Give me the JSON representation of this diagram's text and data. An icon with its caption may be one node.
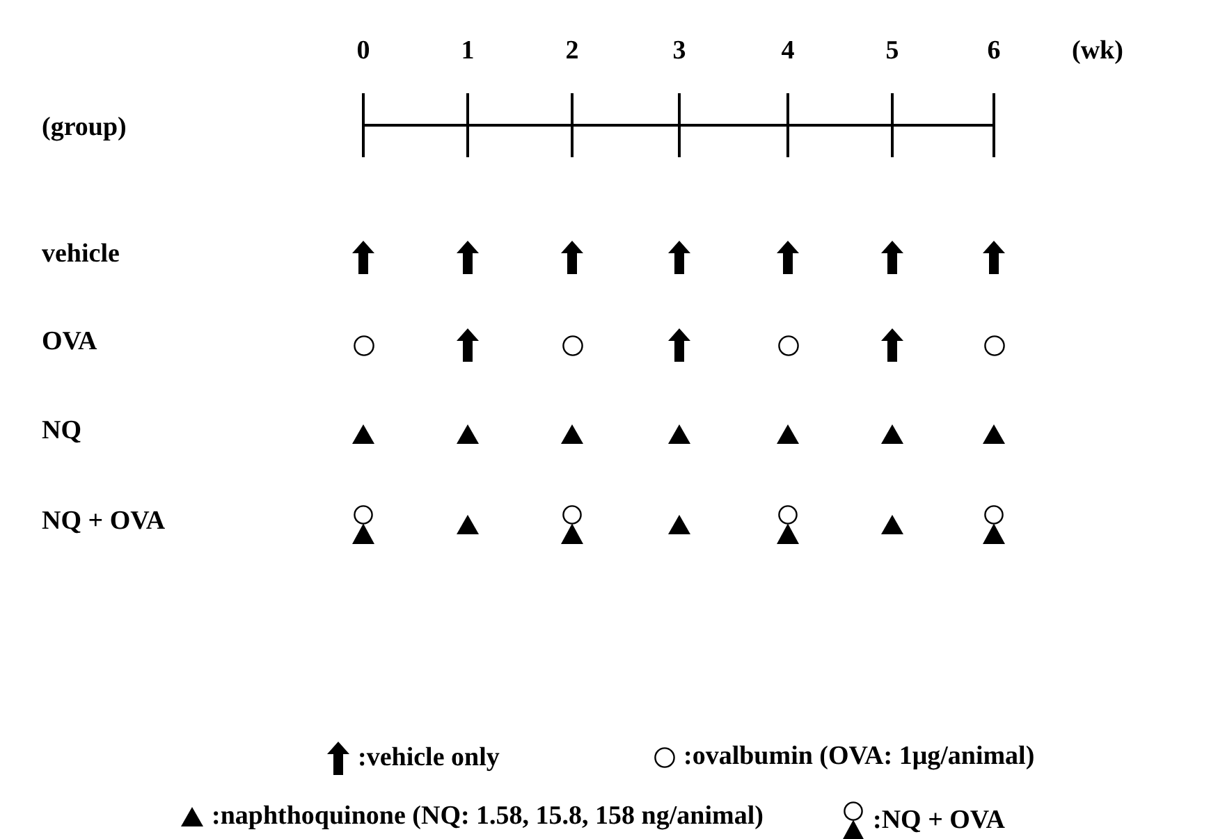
{
  "diagram": {
    "labels": [
      "0",
      "1",
      "2",
      "3",
      "4",
      "5",
      "6",
      "(wk)",
      "(group)",
      "vehicle",
      "OVA",
      "NQ",
      "NQ + OVA"
    ],
    "legend": [
      {
        "text": ":vehicle only"
      },
      {
        "text": ":ovalbumin (OVA: 1μg/animal)"
      },
      {
        "text": ":naphthoquinone (NQ: 1.58, 15.8, 158 ng/animal)"
      },
      {
        "text": ":NQ + OVA"
      }
    ]
  }
}
